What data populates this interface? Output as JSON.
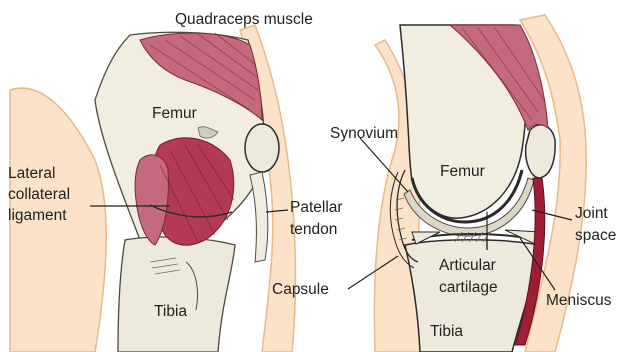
{
  "labels": {
    "quadriceps": "Quadraceps muscle",
    "femur_left": "Femur",
    "lateral_1": "Lateral",
    "lateral_2": "collateral",
    "lateral_3": "ligament",
    "patellar_1": "Patellar",
    "patellar_2": "tendon",
    "tibia_left": "Tibia",
    "synovium": "Synovium",
    "femur_right": "Femur",
    "joint_1": "Joint",
    "joint_2": "space",
    "capsule": "Capsule",
    "articular_1": "Articular",
    "articular_2": "cartilage",
    "meniscus": "Meniscus",
    "tibia_right": "Tibia"
  },
  "colors": {
    "skin": "#fbe2c8",
    "skin_edge": "#e9b98a",
    "bone": "#eeeadb",
    "bone_edge": "#4a4a44",
    "muscle": "#c46a7c",
    "muscle_dark": "#9e1f35",
    "tendon": "#efece2",
    "cartilage": "#dcd6c6",
    "outline": "#2a2a2a"
  }
}
